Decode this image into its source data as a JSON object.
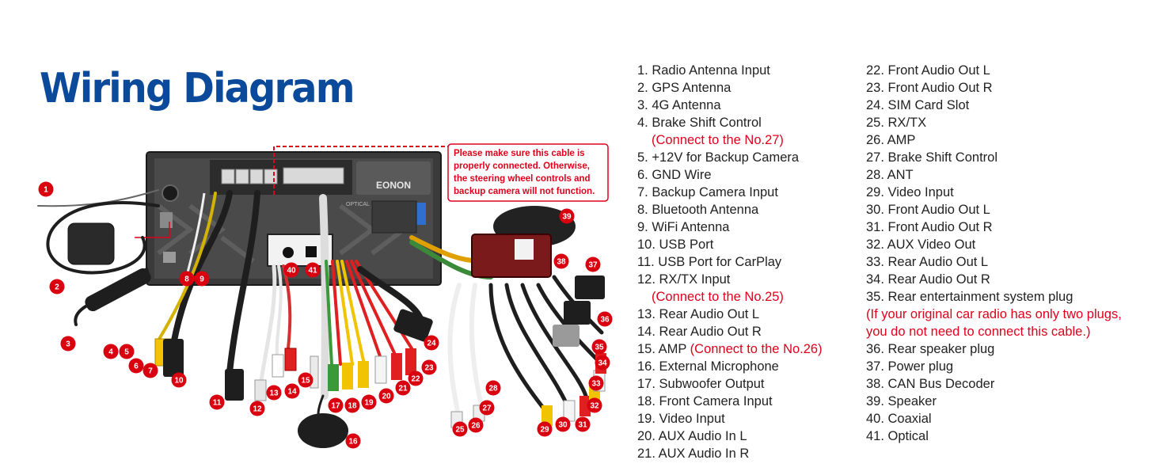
{
  "title": "Wiring Diagram",
  "colors": {
    "title": "#0b4a9b",
    "accent_red": "#e0001b",
    "text": "#222222",
    "badge": "#d9000f"
  },
  "unit": {
    "brand_logo": "EONON",
    "optical_port_label": "OPTICAL"
  },
  "callout": {
    "lines": [
      "Please make sure this cable is",
      "properly connected. Otherwise,",
      "the steering wheel controls and",
      "backup camera will not function."
    ]
  },
  "legend": {
    "column1": [
      {
        "text": "1. Radio Antenna Input"
      },
      {
        "text": "2. GPS Antenna"
      },
      {
        "text": "3. 4G Antenna"
      },
      {
        "text": "4. Brake Shift Control"
      },
      {
        "text": "(Connect to the No.27)",
        "note": true
      },
      {
        "text": "5. +12V for Backup Camera"
      },
      {
        "text": "6. GND Wire"
      },
      {
        "text": "7. Backup Camera Input"
      },
      {
        "text": "8. Bluetooth Antenna"
      },
      {
        "text": "9. WiFi Antenna"
      },
      {
        "text": "10. USB Port"
      },
      {
        "text": "11. USB Port for CarPlay"
      },
      {
        "text": "12. RX/TX Input"
      },
      {
        "text": "(Connect to the No.25)",
        "note": true
      },
      {
        "text": "13. Rear Audio Out L"
      },
      {
        "text": "14. Rear Audio Out R"
      },
      {
        "text": "15. AMP",
        "suffix": "(Connect to the No.26)"
      },
      {
        "text": "16. External Microphone"
      },
      {
        "text": "17. Subwoofer Output"
      },
      {
        "text": "18. Front Camera Input"
      },
      {
        "text": "19. Video Input"
      },
      {
        "text": "20. AUX Audio In L"
      },
      {
        "text": "21. AUX Audio In R"
      }
    ],
    "column2": [
      {
        "text": "22. Front Audio Out L"
      },
      {
        "text": "23. Front Audio Out R"
      },
      {
        "text": "24. SIM Card Slot"
      },
      {
        "text": "25. RX/TX"
      },
      {
        "text": "26. AMP"
      },
      {
        "text": "27. Brake Shift Control"
      },
      {
        "text": "28. ANT"
      },
      {
        "text": "29. Video Input"
      },
      {
        "text": "30. Front Audio Out L"
      },
      {
        "text": "31. Front Audio Out R"
      },
      {
        "text": "32. AUX Video Out"
      },
      {
        "text": "33. Rear Audio Out L"
      },
      {
        "text": "34. Rear Audio Out R"
      },
      {
        "text": "35. Rear entertainment system plug"
      },
      {
        "text": "(If your original car radio has only two plugs,",
        "red": true
      },
      {
        "text": "you do not need to connect this cable.)",
        "red": true
      },
      {
        "text": "36. Rear speaker plug"
      },
      {
        "text": "37. Power plug"
      },
      {
        "text": "38. CAN Bus Decoder"
      },
      {
        "text": "39. Speaker"
      },
      {
        "text": "40. Coaxial"
      },
      {
        "text": "41. Optical"
      }
    ]
  },
  "badges": [
    "1",
    "2",
    "3",
    "4",
    "5",
    "6",
    "7",
    "8",
    "9",
    "10",
    "11",
    "12",
    "13",
    "14",
    "15",
    "16",
    "17",
    "18",
    "19",
    "20",
    "21",
    "22",
    "23",
    "24",
    "25",
    "26",
    "27",
    "28",
    "29",
    "30",
    "31",
    "32",
    "33",
    "34",
    "35",
    "36",
    "37",
    "38",
    "39",
    "40",
    "41"
  ]
}
